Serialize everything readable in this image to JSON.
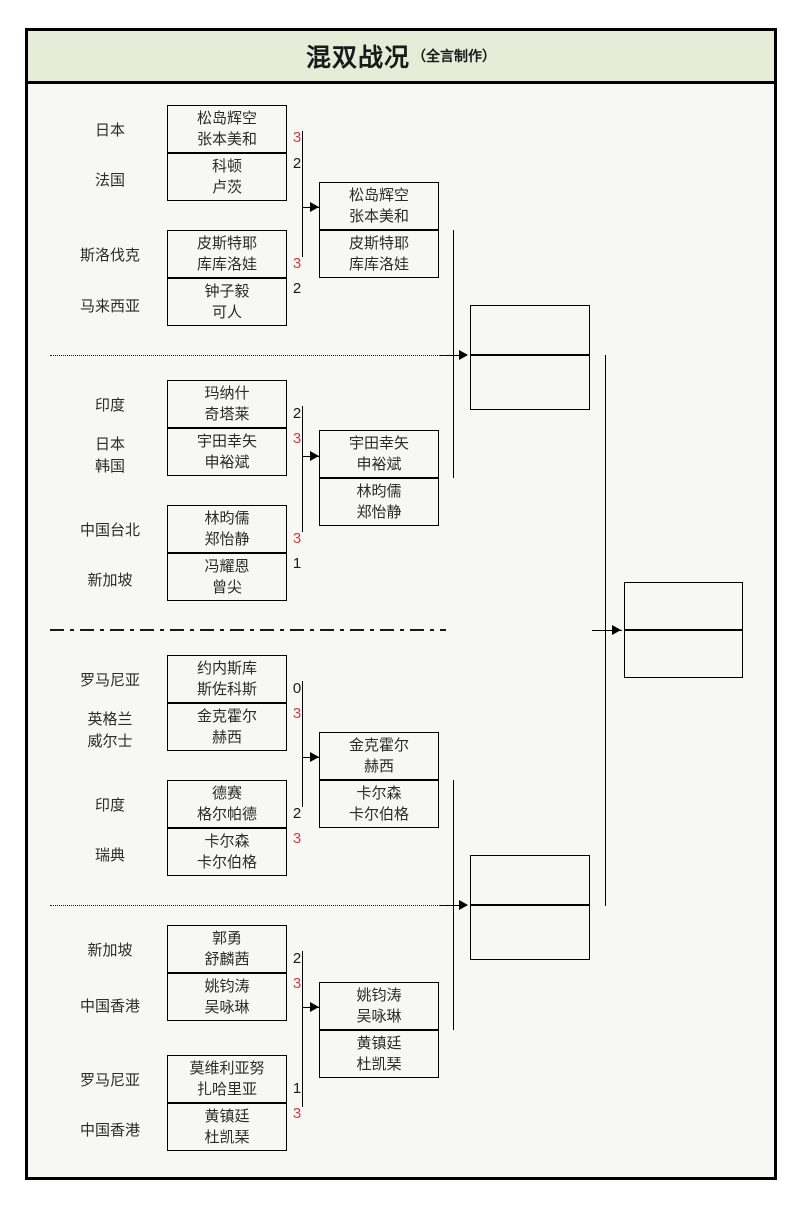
{
  "header": {
    "title": "混双战况",
    "subtitle": "（全言制作）"
  },
  "bracket": {
    "round1": [
      {
        "country_a": "日本",
        "players_a": [
          "松岛辉空",
          "张本美和"
        ],
        "score_a": "3",
        "winner_a": true,
        "country_b": "法国",
        "players_b": [
          "科顿",
          "卢茨"
        ],
        "score_b": "2",
        "winner_b": false
      },
      {
        "country_a": "斯洛伐克",
        "players_a": [
          "皮斯特耶",
          "库库洛娃"
        ],
        "score_a": "3",
        "winner_a": true,
        "country_b": "马来西亚",
        "players_b": [
          "钟子毅",
          "可人"
        ],
        "score_b": "2",
        "winner_b": false
      },
      {
        "country_a": "印度",
        "players_a": [
          "玛纳什",
          "奇塔莱"
        ],
        "score_a": "2",
        "winner_a": false,
        "country_b": "日本\n韩国",
        "players_b": [
          "宇田幸矢",
          "申裕斌"
        ],
        "score_b": "3",
        "winner_b": true
      },
      {
        "country_a": "中国台北",
        "players_a": [
          "林昀儒",
          "郑怡静"
        ],
        "score_a": "3",
        "winner_a": true,
        "country_b": "新加坡",
        "players_b": [
          "冯耀恩",
          "曾尖"
        ],
        "score_b": "1",
        "winner_b": false
      },
      {
        "country_a": "罗马尼亚",
        "players_a": [
          "约内斯库",
          "斯佐科斯"
        ],
        "score_a": "0",
        "winner_a": false,
        "country_b": "英格兰\n威尔士",
        "players_b": [
          "金克霍尔",
          "赫西"
        ],
        "score_b": "3",
        "winner_b": true
      },
      {
        "country_a": "印度",
        "players_a": [
          "德赛",
          "格尔帕德"
        ],
        "score_a": "2",
        "winner_a": false,
        "country_b": "瑞典",
        "players_b": [
          "卡尔森",
          "卡尔伯格"
        ],
        "score_b": "3",
        "winner_b": true
      },
      {
        "country_a": "新加坡",
        "players_a": [
          "郭勇",
          "舒麟茜"
        ],
        "score_a": "2",
        "winner_a": false,
        "country_b": "中国香港",
        "players_b": [
          "姚钧涛",
          "吴咏琳"
        ],
        "score_b": "3",
        "winner_b": true
      },
      {
        "country_a": "罗马尼亚",
        "players_a": [
          "莫维利亚努",
          "扎哈里亚"
        ],
        "score_a": "1",
        "winner_a": false,
        "country_b": "中国香港",
        "players_b": [
          "黄镇廷",
          "杜凯琹"
        ],
        "score_b": "3",
        "winner_b": true
      }
    ],
    "round2": [
      {
        "top_players": [
          "松岛辉空",
          "张本美和"
        ],
        "bottom_players": [
          "皮斯特耶",
          "库库洛娃"
        ]
      },
      {
        "top_players": [
          "宇田幸矢",
          "申裕斌"
        ],
        "bottom_players": [
          "林昀儒",
          "郑怡静"
        ]
      },
      {
        "top_players": [
          "金克霍尔",
          "赫西"
        ],
        "bottom_players": [
          "卡尔森",
          "卡尔伯格"
        ]
      },
      {
        "top_players": [
          "姚钧涛",
          "吴咏琳"
        ],
        "bottom_players": [
          "黄镇廷",
          "杜凯琹"
        ]
      }
    ],
    "round3": [
      {
        "top_players": [
          "",
          ""
        ],
        "bottom_players": [
          "",
          ""
        ]
      },
      {
        "top_players": [
          "",
          ""
        ],
        "bottom_players": [
          "",
          ""
        ]
      }
    ],
    "final": [
      {
        "top_players": [
          "",
          ""
        ],
        "bottom_players": [
          "",
          ""
        ]
      }
    ]
  },
  "colors": {
    "header_bg": "#e6ecd8",
    "winner_score": "#d2403f",
    "loser_score": "#1a1a1a",
    "border": "#000000"
  }
}
